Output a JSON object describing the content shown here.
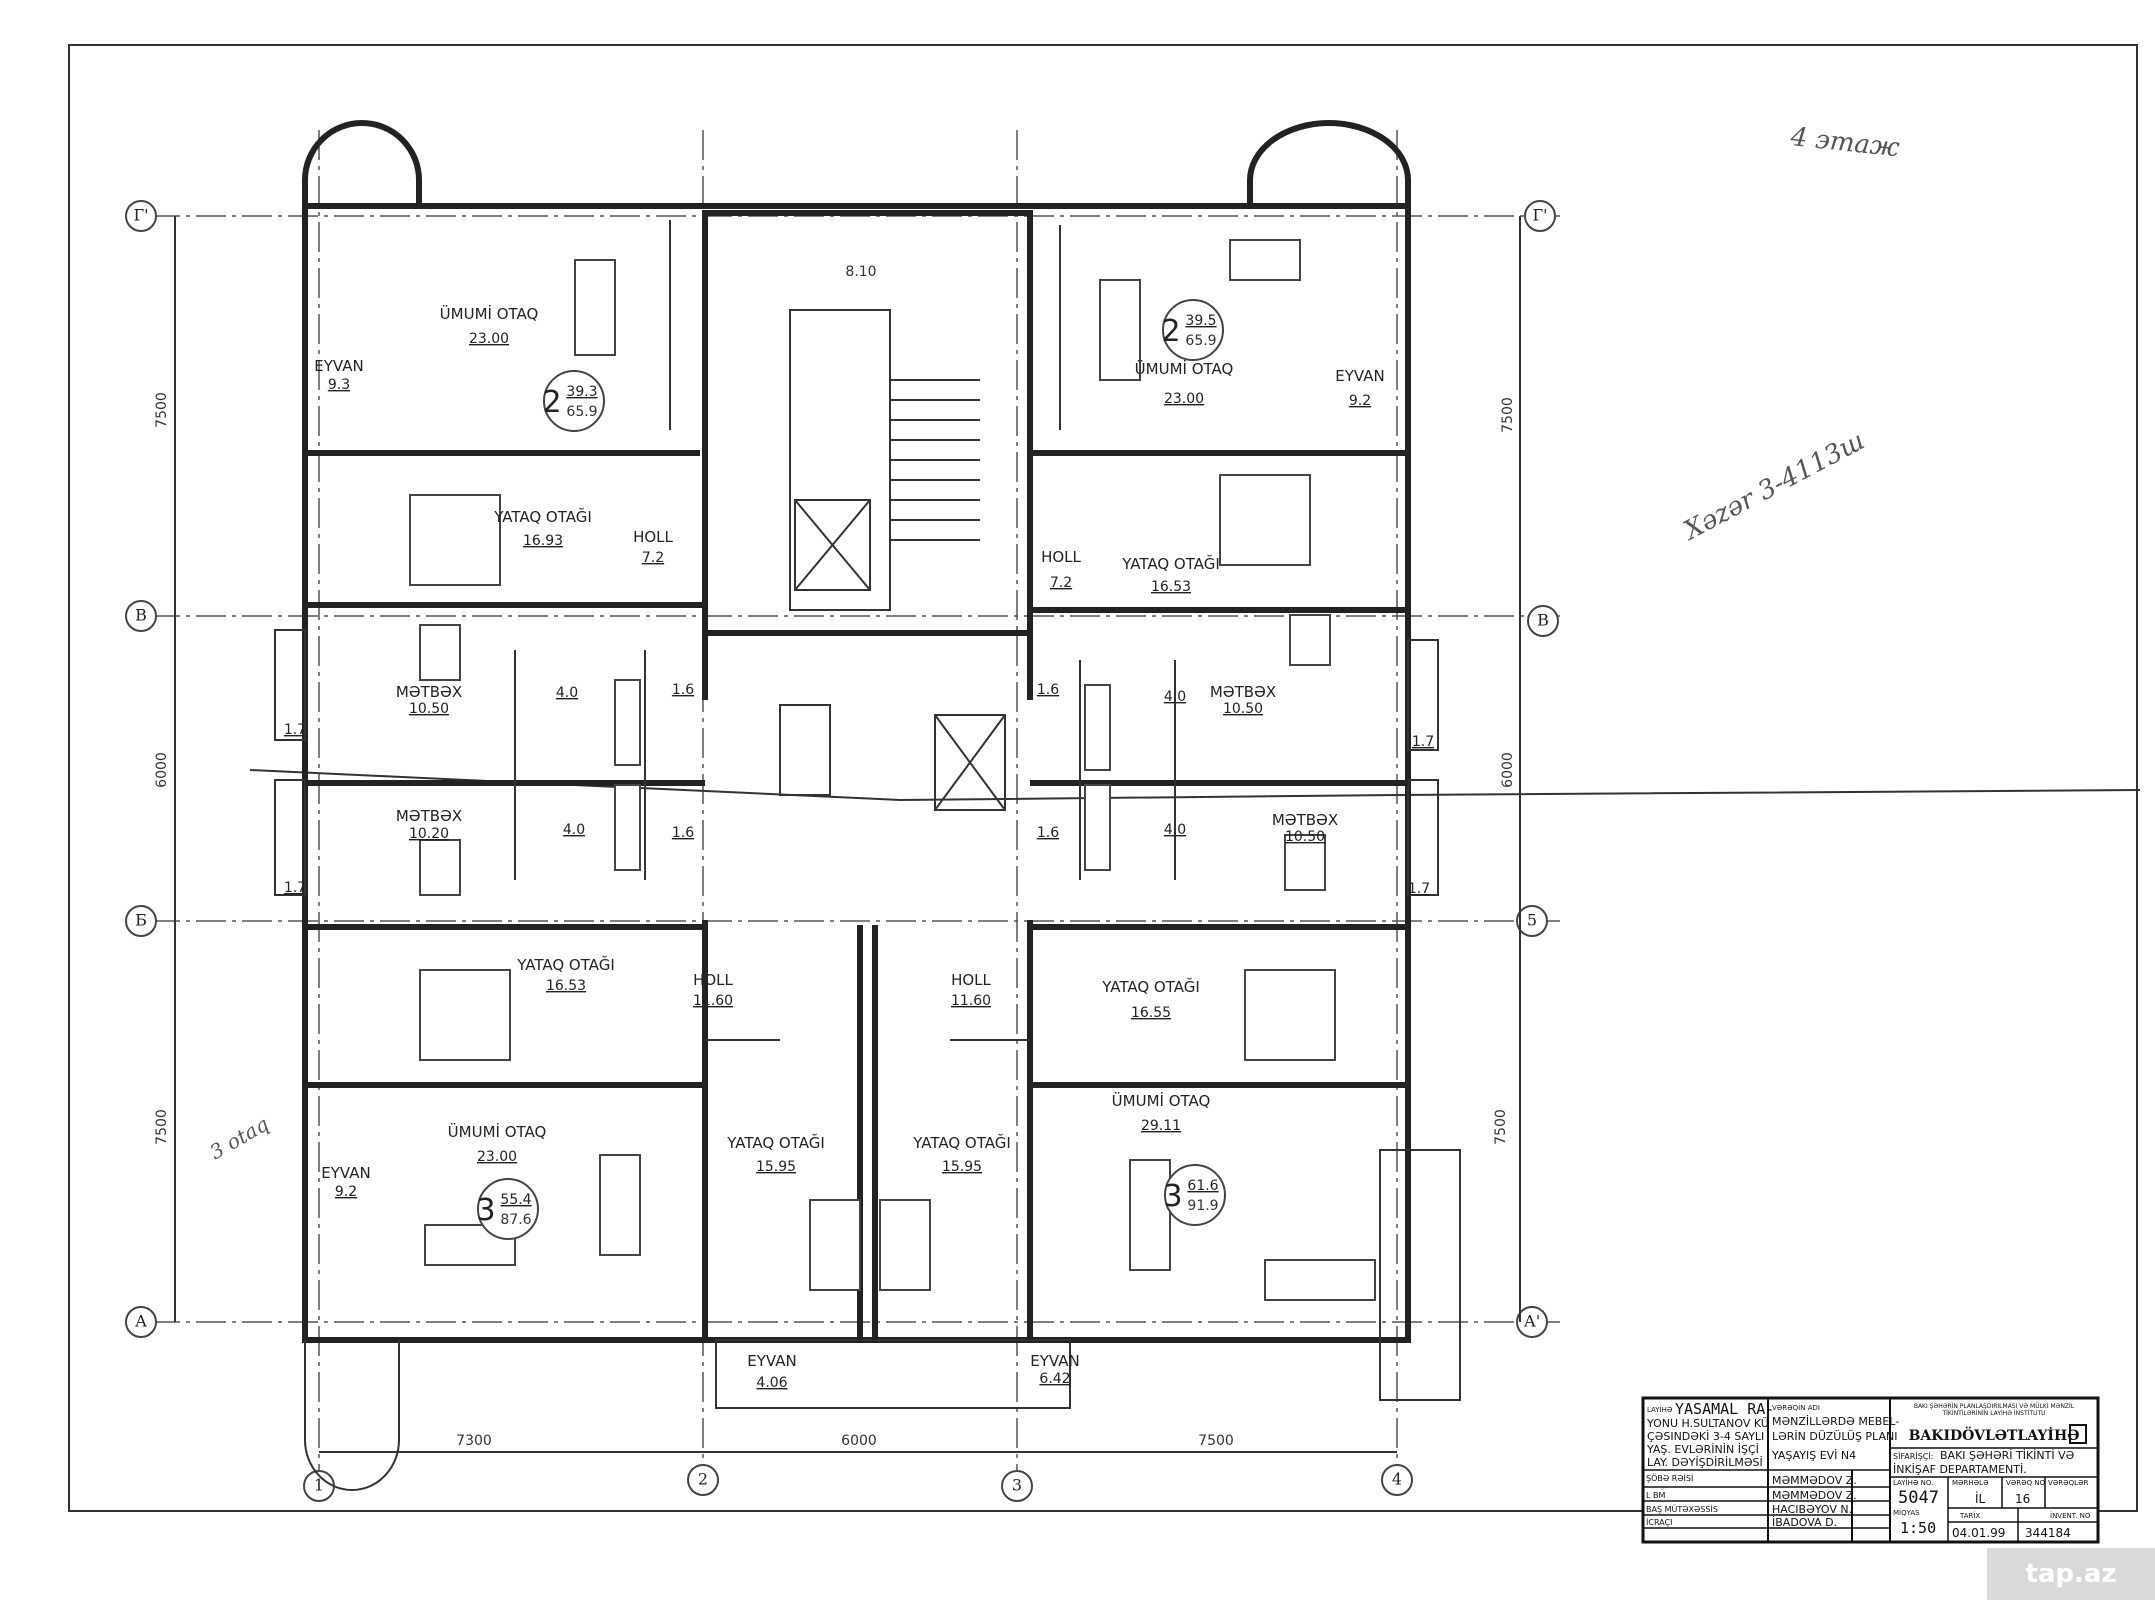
{
  "drawing": {
    "floor_note": "4 этаж",
    "note_right": "Xəzər 3-4113ш",
    "note_left": "3 otaq",
    "axes": {
      "rows": [
        "Г'",
        "В",
        "Б",
        "А"
      ],
      "rows_right": [
        "Г'",
        "В",
        "5",
        "А'"
      ],
      "columns": [
        "1",
        "2",
        "3",
        "4"
      ]
    },
    "dimensions": {
      "left": [
        "7500",
        "6000",
        "7500"
      ],
      "right": [
        "7500",
        "6000",
        "7500"
      ],
      "bottom": [
        "7300",
        "6000",
        "7500"
      ],
      "stair": "8.10"
    },
    "rooms": {
      "a_living": {
        "name": "ÜMUMİ OTAQ",
        "area": "23.00"
      },
      "a_balcony": {
        "name": "EYVAN",
        "area": "9.3"
      },
      "a_badge": {
        "rooms": "2",
        "living": "39.3",
        "total": "65.9"
      },
      "a_bedroom": {
        "name": "YATAQ OTAĞI",
        "area": "16.93"
      },
      "a_hall": {
        "name": "HOLL",
        "area": "7.2"
      },
      "a_kitchen": {
        "name": "MƏTBƏX",
        "area": "10.50"
      },
      "a_bath": "4.0",
      "a_wc": "1.6",
      "a_loggia": "1.7",
      "b_kitchen": {
        "name": "MƏTBƏX",
        "area": "10.20"
      },
      "b_bath": "4.0",
      "b_wc": "1.6",
      "b_loggia": "1.7",
      "c_badge": {
        "rooms": "2",
        "living": "39.5",
        "total": "65.9"
      },
      "c_living": {
        "name": "ÜMUMİ OTAQ",
        "area": "23.00"
      },
      "c_balcony": {
        "name": "EYVAN",
        "area": "9.2"
      },
      "c_hall": {
        "name": "HOLL",
        "area": "7.2"
      },
      "c_bedroom": {
        "name": "YATAQ OTAĞI",
        "area": "16.53"
      },
      "c_wc": "1.6",
      "c_bath": "4.0",
      "c_kitchen": {
        "name": "MƏTBƏX",
        "area": "10.50"
      },
      "c_loggia": "1.7",
      "d_wc": "1.6",
      "d_bath": "4.0",
      "d_kitchen": {
        "name": "MƏTBƏX",
        "area": "10.50"
      },
      "d_loggia": "1.7",
      "b_bedroom": {
        "name": "YATAQ OTAĞI",
        "area": "16.53"
      },
      "b_hall": {
        "name": "HOLL",
        "area": "11.60"
      },
      "d_hall": {
        "name": "HOLL",
        "area": "11.60"
      },
      "d_bedroom": {
        "name": "YATAQ OTAĞI",
        "area": "16.55"
      },
      "d_living": {
        "name": "ÜMUMİ OTAQ",
        "area": "29.11"
      },
      "b_living": {
        "name": "ÜMUMİ OTAQ",
        "area": "23.00"
      },
      "b_balcony": {
        "name": "EYVAN",
        "area": "9.2"
      },
      "b_badge": {
        "rooms": "3",
        "living": "55.4",
        "total": "87.6"
      },
      "d_badge": {
        "rooms": "3",
        "living": "61.6",
        "total": "91.9"
      },
      "b_bedroom2": {
        "name": "YATAQ OTAĞI",
        "area": "15.95"
      },
      "d_bedroom2": {
        "name": "YATAQ OTAĞI",
        "area": "15.95"
      },
      "b_balcony2": {
        "name": "EYVAN",
        "area": "4.06"
      },
      "d_balcony2": {
        "name": "EYVAN",
        "area": "6.42"
      }
    }
  },
  "title_block": {
    "project_label": "LAYİHƏ",
    "project_lines": [
      "YASAMAL RA-",
      "YONU H.SULTANOV KÜ",
      "ÇƏSINDƏKİ 3-4 SAYLI",
      "YAŞ. EVLƏRİNİN İŞÇİ",
      "LAY. DƏYİŞDİRİLMƏSİ"
    ],
    "sheet_label": "VƏRƏQİN ADI",
    "sheet_lines": [
      "MƏNZİLLƏRDƏ MEBEL-",
      "LƏRİN DÜZÜLÜŞ PLANI",
      "YAŞAYIŞ EVİ N4"
    ],
    "institute_lines": [
      "BAKI ŞƏHƏRİN PLANLAŞDIRILMASI VƏ MÜLKİ MƏNZİL",
      "TİKİNTİLƏRİNİN LAYİHƏ İNSTİTUTU"
    ],
    "institute_name": "BAKIDÖVLƏTLAYİHƏ",
    "client_label": "SİFARİŞÇİ:",
    "client_lines": [
      "BAKI ŞƏHƏRİ TİKİNTİ VƏ",
      "İNKİŞAF DEPARTAMENTİ."
    ],
    "roles": [
      {
        "role": "ŞÖBƏ RƏİSİ",
        "name": "MƏMMƏDOV Z."
      },
      {
        "role": "L BM",
        "name": "MƏMMƏDOV Z."
      },
      {
        "role": "BAŞ MÜTƏXƏSSİS",
        "name": "HACIBƏYOV N."
      },
      {
        "role": "İCRAÇI",
        "name": "İBADOVA D."
      }
    ],
    "project_no_label": "LAYİHƏ NO.",
    "project_no": "5047",
    "stage_label": "MƏRHƏLƏ",
    "stage": "İL",
    "sheet_no_label": "VƏRƏQ NO",
    "sheet_no": "16",
    "sheets_label": "VƏRƏQLƏR",
    "scale_label": "MİQYAS",
    "scale": "1:50",
    "date_label": "TARİX",
    "date": "04.01.99",
    "inventory_label": "İNVENT. NO",
    "inventory": "344184"
  },
  "watermark": "tap.az"
}
